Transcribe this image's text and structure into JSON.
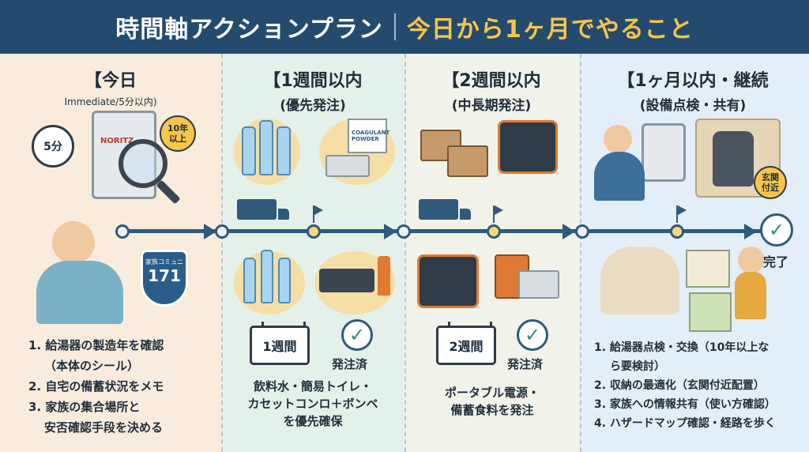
{
  "header": {
    "title": "時間軸アクションプラン",
    "subtitle": "今日から1ヶ月でやること"
  },
  "columns": {
    "today": {
      "title": "【今日",
      "subtitle": "Immediate/5分以内)",
      "timer": "5分",
      "badge_line1": "10年",
      "badge_line2": "以上",
      "shield_label": "家族コミュニ",
      "shield_number": "171",
      "brand": "NORITZ",
      "list": [
        "1. 給湯器の製造年を確認",
        "（本体のシール）",
        "2. 自宅の備蓄状況をメモ",
        "3. 家族の集合場所と",
        "安否確認手段を決める"
      ]
    },
    "week1": {
      "title": "【1週間以内",
      "subtitle": "(優先発注)",
      "pack_label": "COAGULANT POWDER",
      "calendar": "1週間",
      "status": "発注済",
      "callout": [
        "飲料水・簡易トイレ・",
        "カセットコンロ＋ボンベ",
        "を優先確保"
      ]
    },
    "week2": {
      "title": "【2週間以内",
      "subtitle": "(中長期発注)",
      "calendar": "2週間",
      "status": "発注済",
      "callout": [
        "ポータブル電源・",
        "備蓄食料を発注"
      ]
    },
    "month1": {
      "title": "【1ヶ月以内・継続",
      "subtitle": "(設備点検・共有)",
      "tag_line1": "玄関",
      "tag_line2": "付近",
      "done": "完了",
      "list": [
        "1. 給湯器点検・交換（10年以上な",
        "ら要検討）",
        "2. 収納の最適化（玄関付近配置）",
        "3. 家族への情報共有（使い方確認）",
        "4. ハザードマップ確認・経路を歩く"
      ]
    }
  },
  "colors": {
    "header_bg": "#244b6e",
    "accent_yellow": "#f6c54a",
    "timeline": "#2f5a7c"
  }
}
